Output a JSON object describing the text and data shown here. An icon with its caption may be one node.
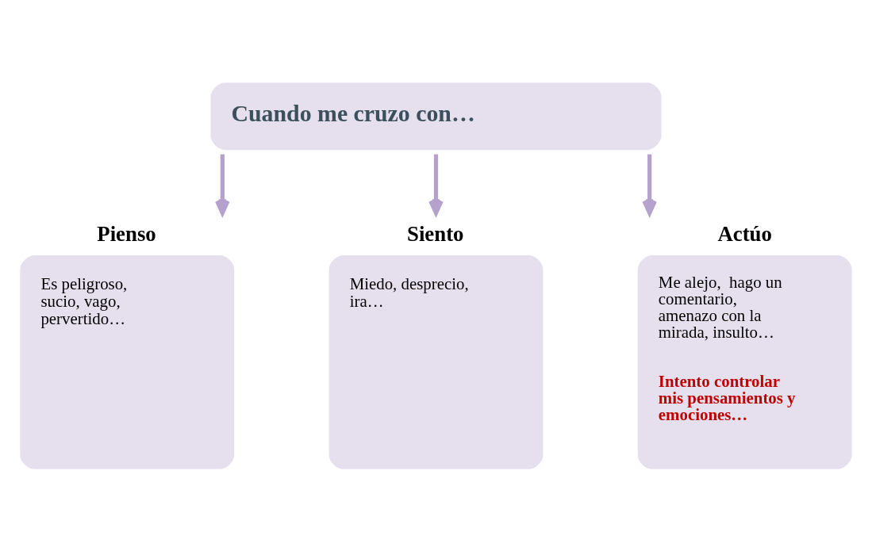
{
  "diagram": {
    "nodes": [
      {
        "text": [
          "Cuando me cruzo con…"
        ]
      },
      {
        "text": [
          "Pienso",
          "Es peligroso, sucio, vago, pervertido…"
        ]
      },
      {
        "text": [
          "Siento",
          "Miedo, desprecio, ira…"
        ]
      },
      {
        "text": [
          "Actúo",
          "Me alejo,  hago un comentario, amenazo con la mirada, insulto…",
          "Intento controlar mis pensamientos y emociones…"
        ]
      }
    ],
    "edges": [
      {
        "from": 0,
        "to": 1,
        "arrow": "to"
      },
      {
        "from": 0,
        "to": 2,
        "arrow": "to"
      },
      {
        "from": 0,
        "to": 3,
        "arrow": "to"
      }
    ]
  }
}
